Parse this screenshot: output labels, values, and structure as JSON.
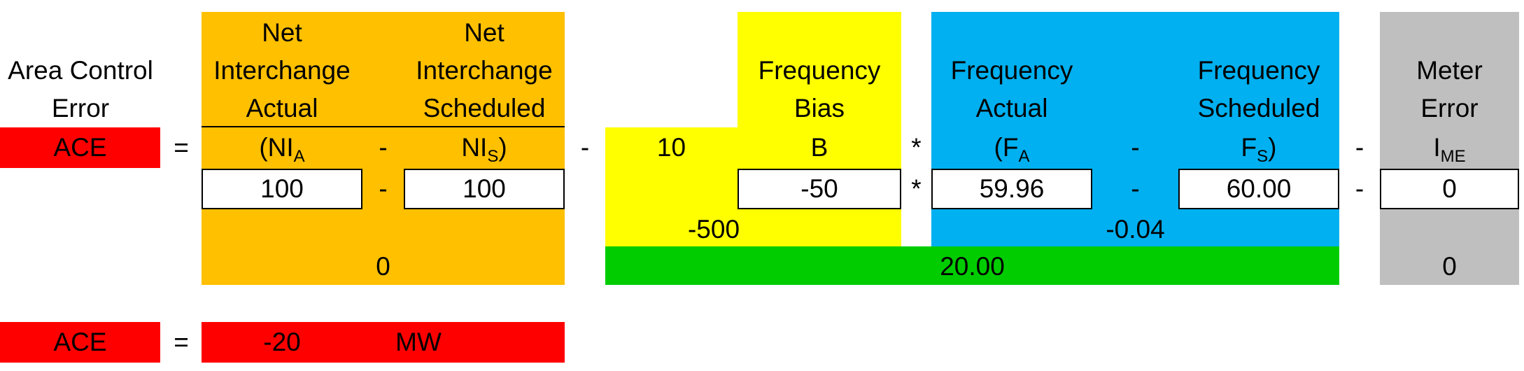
{
  "labels": {
    "ace_title": [
      "Area Control",
      "Error"
    ],
    "ni_actual": [
      "Net",
      "Interchange",
      "Actual"
    ],
    "ni_scheduled": [
      "Net",
      "Interchange",
      "Scheduled"
    ],
    "freq_bias": [
      "Frequency",
      "Bias"
    ],
    "freq_actual": [
      "Frequency",
      "Actual"
    ],
    "freq_scheduled": [
      "Frequency",
      "Scheduled"
    ],
    "meter_error": [
      "Meter",
      "Error"
    ]
  },
  "formula": {
    "ace": "ACE",
    "equals": "=",
    "ni_a_open": "(NI",
    "ni_a_sub": "A",
    "minus": "-",
    "ni_s": "NI",
    "ni_s_sub": "S",
    "ni_s_close": ")",
    "ten": "10",
    "b": "B",
    "times": "*",
    "f_a_open": "(F",
    "f_a_sub": "A",
    "f_s": "F",
    "f_s_sub": "S",
    "f_s_close": ")",
    "i_me": "I",
    "i_me_sub": "ME"
  },
  "inputs": {
    "ni_actual": "100",
    "ni_scheduled": "100",
    "freq_bias": "-50",
    "freq_actual": "59.96",
    "freq_scheduled": "60.00",
    "meter_error": "0"
  },
  "results": {
    "bias_times_ten": "-500",
    "freq_diff": "-0.04",
    "ni_diff": "0",
    "freq_term": "20.00",
    "meter_term": "0",
    "ace_value": "-20",
    "ace_unit": "MW"
  },
  "colors": {
    "red": "#ff0000",
    "orange": "#ffc000",
    "yellow": "#ffff00",
    "blue": "#00b0f0",
    "green": "#00cc00",
    "gray": "#bfbfbf"
  }
}
